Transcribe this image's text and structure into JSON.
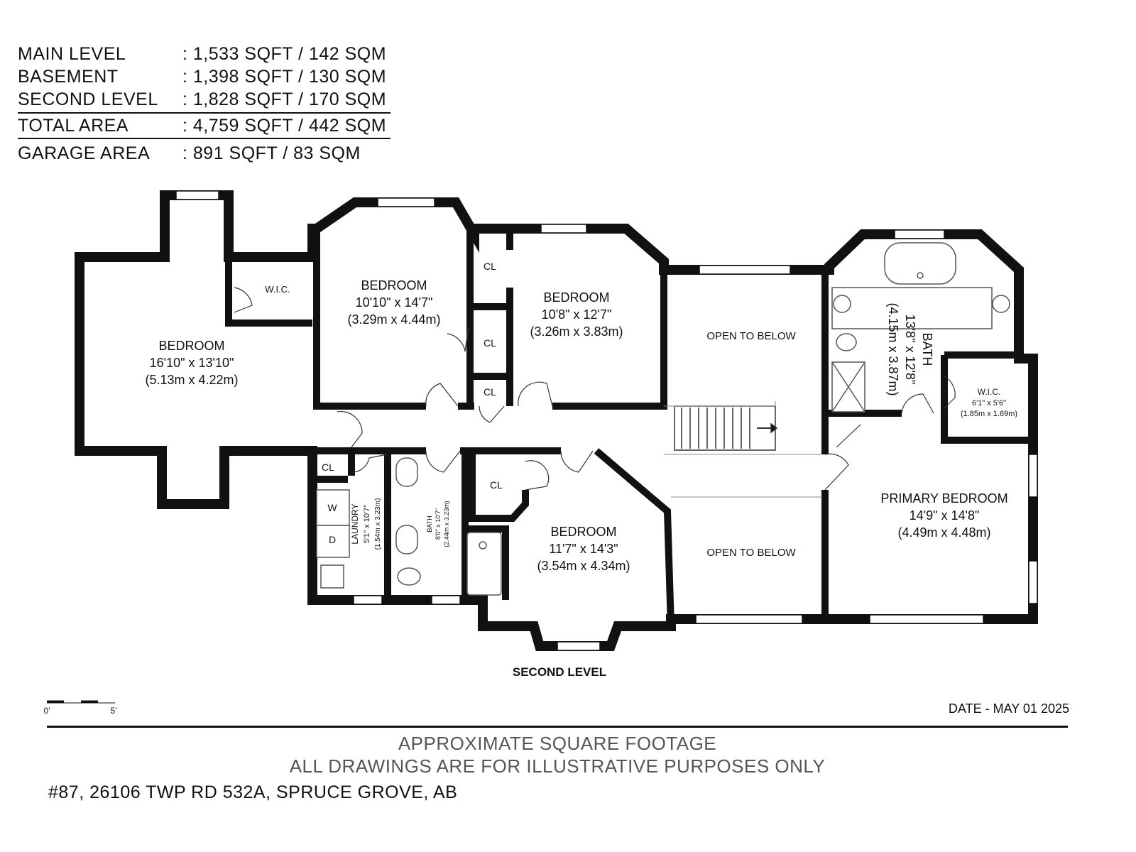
{
  "areas": {
    "main_level": {
      "label": "MAIN LEVEL",
      "value": ": 1,533 SQFT / 142 SQM"
    },
    "basement": {
      "label": "BASEMENT",
      "value": ": 1,398 SQFT / 130 SQM"
    },
    "second_level": {
      "label": "SECOND LEVEL",
      "value": ": 1,828 SQFT / 170 SQM"
    },
    "total": {
      "label": "TOTAL AREA",
      "value": ": 4,759 SQFT / 442 SQM"
    },
    "garage": {
      "label": "GARAGE AREA",
      "value": ": 891 SQFT / 83 SQM"
    }
  },
  "rooms": {
    "bedroom_west": {
      "name": "BEDROOM",
      "dim_imperial": "16'10\" x 13'10\"",
      "dim_metric": "(5.13m x 4.22m)"
    },
    "bedroom_north1": {
      "name": "BEDROOM",
      "dim_imperial": "10'10\" x 14'7\"",
      "dim_metric": "(3.29m x 4.44m)"
    },
    "bedroom_north2": {
      "name": "BEDROOM",
      "dim_imperial": "10'8\" x 12'7\"",
      "dim_metric": "(3.26m x 3.83m)"
    },
    "bedroom_south": {
      "name": "BEDROOM",
      "dim_imperial": "11'7\" x 14'3\"",
      "dim_metric": "(3.54m x 4.34m)"
    },
    "primary_bedroom": {
      "name": "PRIMARY BEDROOM",
      "dim_imperial": "14'9\" x 14'8\"",
      "dim_metric": "(4.49m x 4.48m)"
    },
    "ensuite_bath": {
      "name": "BATH",
      "dim_imperial": "13'8\" x 12'8\"",
      "dim_metric": "(4.15m x 3.87m)"
    },
    "wic_primary": {
      "name": "W.I.C.",
      "dim_imperial": "6'1\" x 5'6\"",
      "dim_metric": "(1.85m x 1.69m)"
    },
    "wic_west": {
      "name": "W.I.C."
    },
    "laundry": {
      "name": "LAUNDRY",
      "dim_imperial": "5'1\" x 10'7\"",
      "dim_metric": "(1.54m x 3.23m)"
    },
    "bath_hall": {
      "name": "BATH",
      "dim_imperial": "8'0\" x 10'7\"",
      "dim_metric": "(2.44m x 3.23m)"
    },
    "open_north": {
      "name": "OPEN TO BELOW"
    },
    "open_south": {
      "name": "OPEN TO BELOW"
    },
    "closet": "CL",
    "washer": "W",
    "dryer": "D"
  },
  "level_title": "SECOND LEVEL",
  "scale": {
    "start": "0'",
    "end": "5'"
  },
  "date": "DATE - MAY 01 2025",
  "footer": {
    "line1": "APPROXIMATE SQUARE FOOTAGE",
    "line2": "ALL DRAWINGS ARE FOR ILLUSTRATIVE PURPOSES ONLY"
  },
  "address": "#87, 26106 TWP RD 532A, SPRUCE GROVE, AB"
}
